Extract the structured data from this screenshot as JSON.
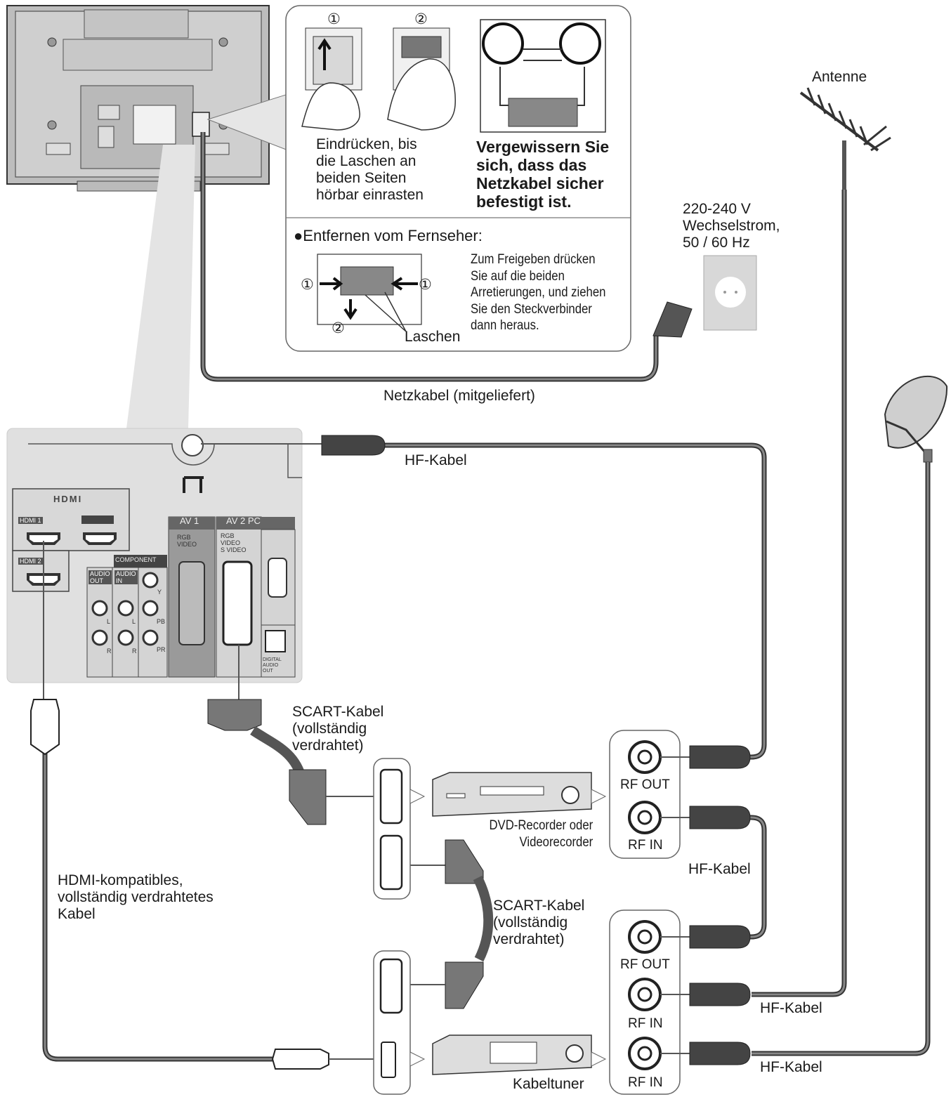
{
  "install_steps": {
    "step1": "①",
    "step2": "②",
    "press_text": "Eindrücken, bis\ndie Laschen an\nbeiden Seiten\nhörbar einrasten",
    "secure_text": "Vergewissern Sie\nsich, dass das\nNetzkabel sicher\nbefestigt ist."
  },
  "removal": {
    "heading": "●Entfernen vom Fernseher:",
    "instructions": "Zum Freigeben drücken\nSie auf die beiden\nArretierungen, und ziehen\nSie den Steckverbinder\ndann heraus.",
    "tabs_label": "Laschen",
    "left_num": "①",
    "right_num": "①",
    "down_num": "②"
  },
  "labels": {
    "antenna": "Antenne",
    "mains": "220-240 V\nWechselstrom,\n50 / 60 Hz",
    "power_cable": "Netzkabel (mitgeliefert)",
    "rf_cable_top": "HF-Kabel",
    "rf_cable_mid": "HF-Kabel",
    "rf_cable_ant": "HF-Kabel",
    "rf_cable_sat": "HF-Kabel",
    "scart_cable_1": "SCART-Kabel\n(vollständig\n verdrahtet)",
    "scart_cable_2": "SCART-Kabel\n(vollständig\n verdrahtet)",
    "hdmi_cable": "HDMI-kompatibles,\nvollständig verdrahtetes\nKabel",
    "recorder": "DVD-Recorder oder\nVideorecorder",
    "cable_tuner": "Kabeltuner"
  },
  "ports": {
    "rec_rf_out": "RF OUT",
    "rec_rf_in": "RF IN",
    "tuner_rf_out": "RF OUT",
    "tuner_rf_in_1": "RF IN",
    "tuner_rf_in_2": "RF IN"
  },
  "tv_panel": {
    "hdmi_logo": "HDMI",
    "hdmi1": "HDMI 1",
    "hdmi2": "HDMI 2",
    "component": "COMPONENT",
    "audio_out": "AUDIO\nOUT",
    "audio_in": "AUDIO\nIN",
    "av1": "AV 1",
    "av2": "AV 2 PC",
    "av1_sub": "RGB\nVIDEO",
    "av2_sub": "RGB\nVIDEO\nS VIDEO",
    "l1": "L",
    "r1": "R",
    "l2": "L",
    "r2": "R",
    "y": "Y",
    "pb": "PB",
    "pr": "PR",
    "digital_out": "DIGITAL\nAUDIO\nOUT"
  }
}
